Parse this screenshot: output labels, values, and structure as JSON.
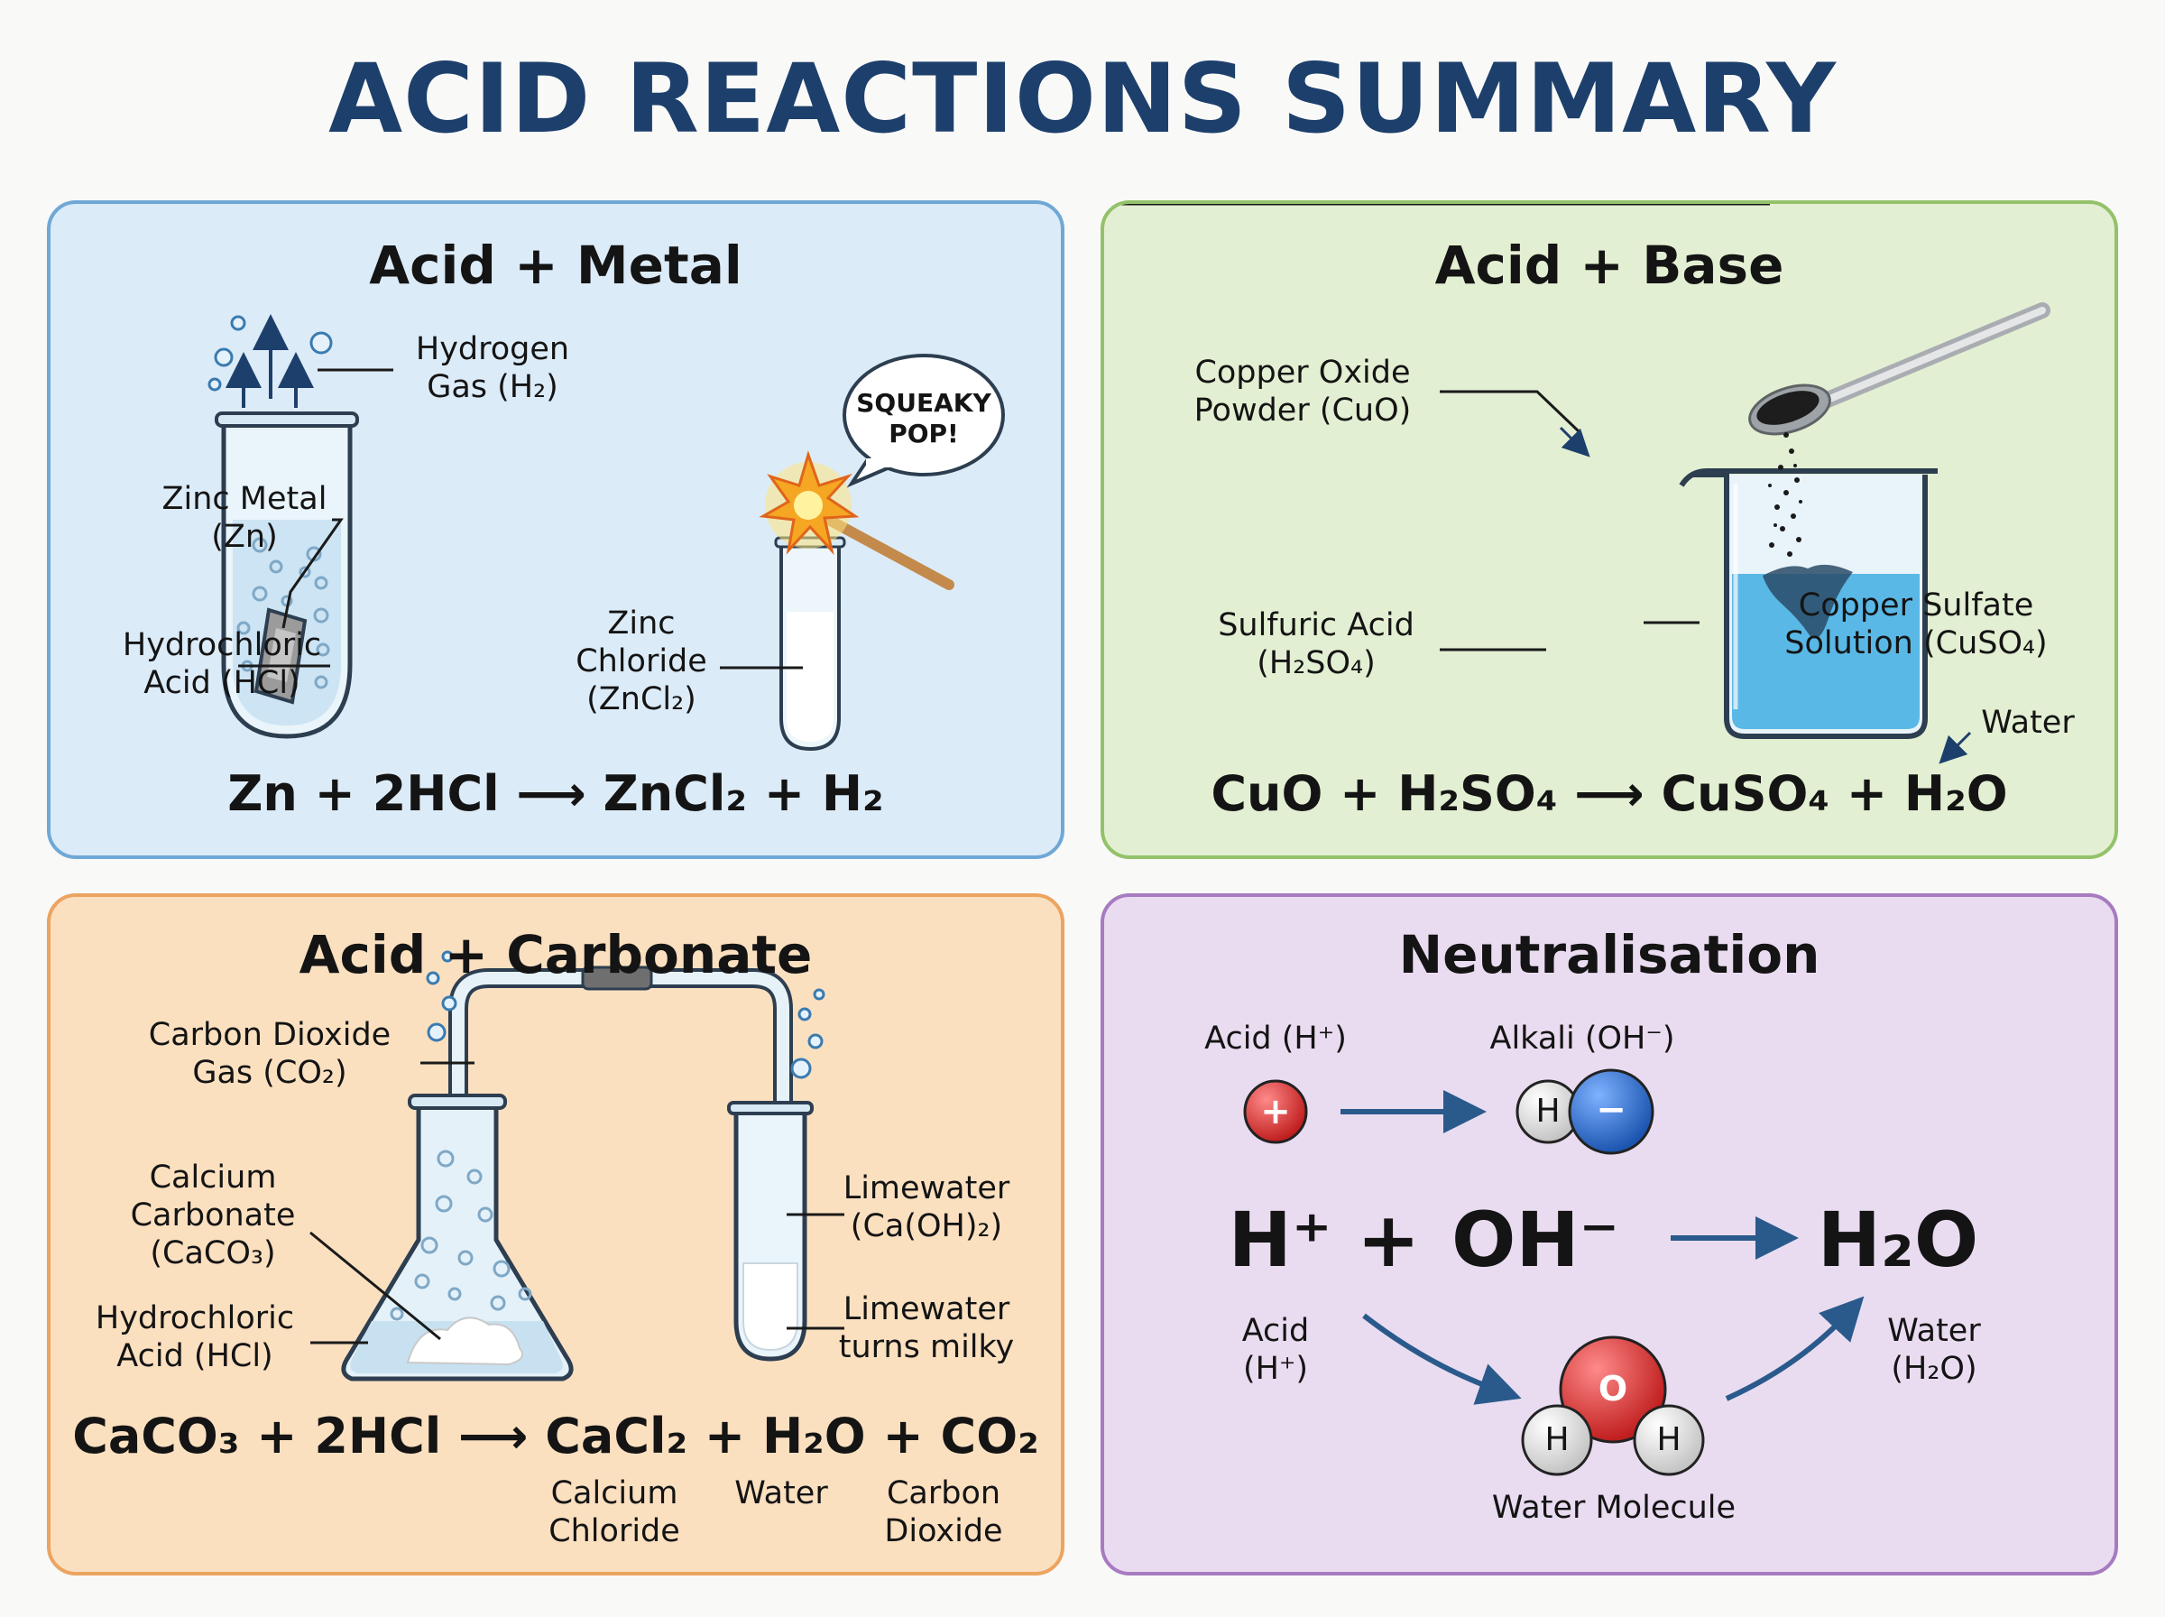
{
  "title": "ACID REACTIONS SUMMARY",
  "metal": {
    "heading": "Acid + Metal",
    "label_hydrogen": "Hydrogen\nGas (H₂)",
    "label_zinc": "Zinc Metal\n(Zn)",
    "label_hcl": "Hydrochloric\nAcid (HCl)",
    "label_zncl2": "Zinc\nChloride\n(ZnCl₂)",
    "bubble": "SQUEAKY\nPOP!",
    "equation": "Zn + 2HCl ⟶ ZnCl₂ + H₂"
  },
  "base": {
    "heading": "Acid + Base",
    "label_cuo": "Copper Oxide\nPowder (CuO)",
    "label_h2so4": "Sulfuric Acid\n(H₂SO₄)",
    "label_cuso4": "Copper Sulfate\nSolution (CuSO₄)",
    "label_water": "Water",
    "equation": "CuO + H₂SO₄ ⟶ CuSO₄ + H₂O"
  },
  "carbonate": {
    "heading": "Acid + Carbonate",
    "label_co2": "Carbon Dioxide\nGas (CO₂)",
    "label_caco3": "Calcium\nCarbonate\n(CaCO₃)",
    "label_hcl": "Hydrochloric\nAcid (HCl)",
    "label_limewater": "Limewater\n(Ca(OH)₂)",
    "label_milky": "Limewater\nturns milky",
    "equation": "CaCO₃ + 2HCl ⟶ CaCl₂ + H₂O + CO₂",
    "product_cacl2": "Calcium\nChloride",
    "product_water": "Water",
    "product_co2": "Carbon\nDioxide"
  },
  "neutralisation": {
    "heading": "Neutralisation",
    "label_acid_ion": "Acid (H⁺)",
    "label_alkali_ion": "Alkali (OH⁻)",
    "plus_sign": "+",
    "minus_sign": "−",
    "h_letter": "H",
    "o_letter": "O",
    "eq_h": "H⁺",
    "eq_plus": "+",
    "eq_oh": "OH⁻",
    "eq_arrow": "⟶",
    "eq_water": "H₂O",
    "label_acid": "Acid\n(H⁺)",
    "label_water": "Water\n(H₂O)",
    "label_molecule": "Water Molecule"
  },
  "colors": {
    "title": "#1d3f6b",
    "metal_bg": "#dcebf8",
    "base_bg": "#e3efd2",
    "carbonate_bg": "#fbe0c0",
    "neutralisation_bg": "#eadcf0",
    "arrow": "#2a5a8c",
    "copper_sulfate": "#5ab8e6",
    "red_atom": "#d42a2a",
    "blue_atom": "#2a6ac4"
  }
}
